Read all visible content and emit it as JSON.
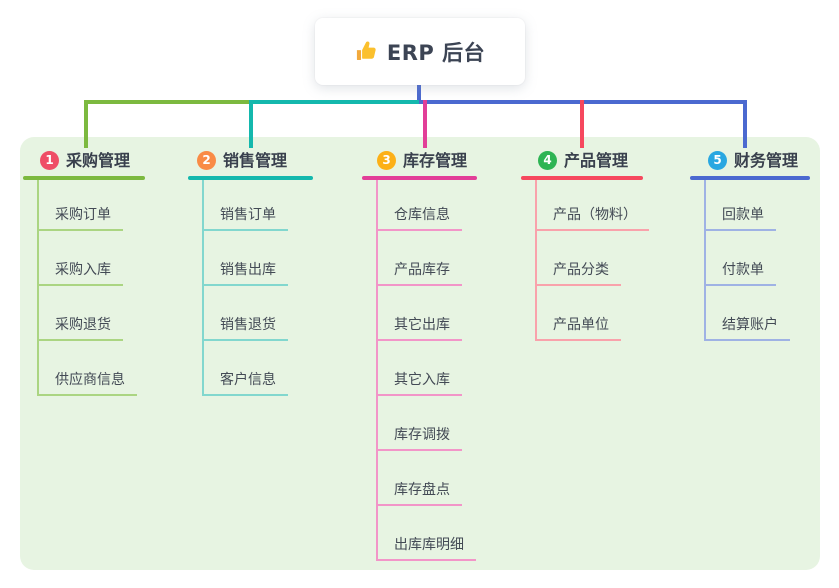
{
  "root": {
    "title": "ERP 后台",
    "icon": "thumbs-up-icon",
    "box_color": "#ffffff",
    "connector_color": "#4b69d0"
  },
  "canvas": {
    "background": "#ffffff",
    "card_background": "#e7f4e2"
  },
  "branches": [
    {
      "number": "1",
      "label": "采购管理",
      "badge_color": "#ef4e66",
      "line_color": "#7cb93f",
      "child_line_color": "#abd582",
      "children": [
        "采购订单",
        "采购入库",
        "采购退货",
        "供应商信息"
      ]
    },
    {
      "number": "2",
      "label": "销售管理",
      "badge_color": "#f98b45",
      "line_color": "#14b8ad",
      "child_line_color": "#82d7ce",
      "children": [
        "销售订单",
        "销售出库",
        "销售退货",
        "客户信息"
      ]
    },
    {
      "number": "3",
      "label": "库存管理",
      "badge_color": "#fcb017",
      "line_color": "#e23e98",
      "child_line_color": "#f295c8",
      "children": [
        "仓库信息",
        "产品库存",
        "其它出库",
        "其它入库",
        "库存调拨",
        "库存盘点",
        "出库库明细"
      ]
    },
    {
      "number": "4",
      "label": "产品管理",
      "badge_color": "#2eb454",
      "line_color": "#f6485e",
      "child_line_color": "#f9a2ab",
      "children": [
        "产品（物料）",
        "产品分类",
        "产品单位"
      ]
    },
    {
      "number": "5",
      "label": "财务管理",
      "badge_color": "#29a7e1",
      "line_color": "#4b69d0",
      "child_line_color": "#9fb2e4",
      "children": [
        "回款单",
        "付款单",
        "结算账户"
      ]
    }
  ]
}
